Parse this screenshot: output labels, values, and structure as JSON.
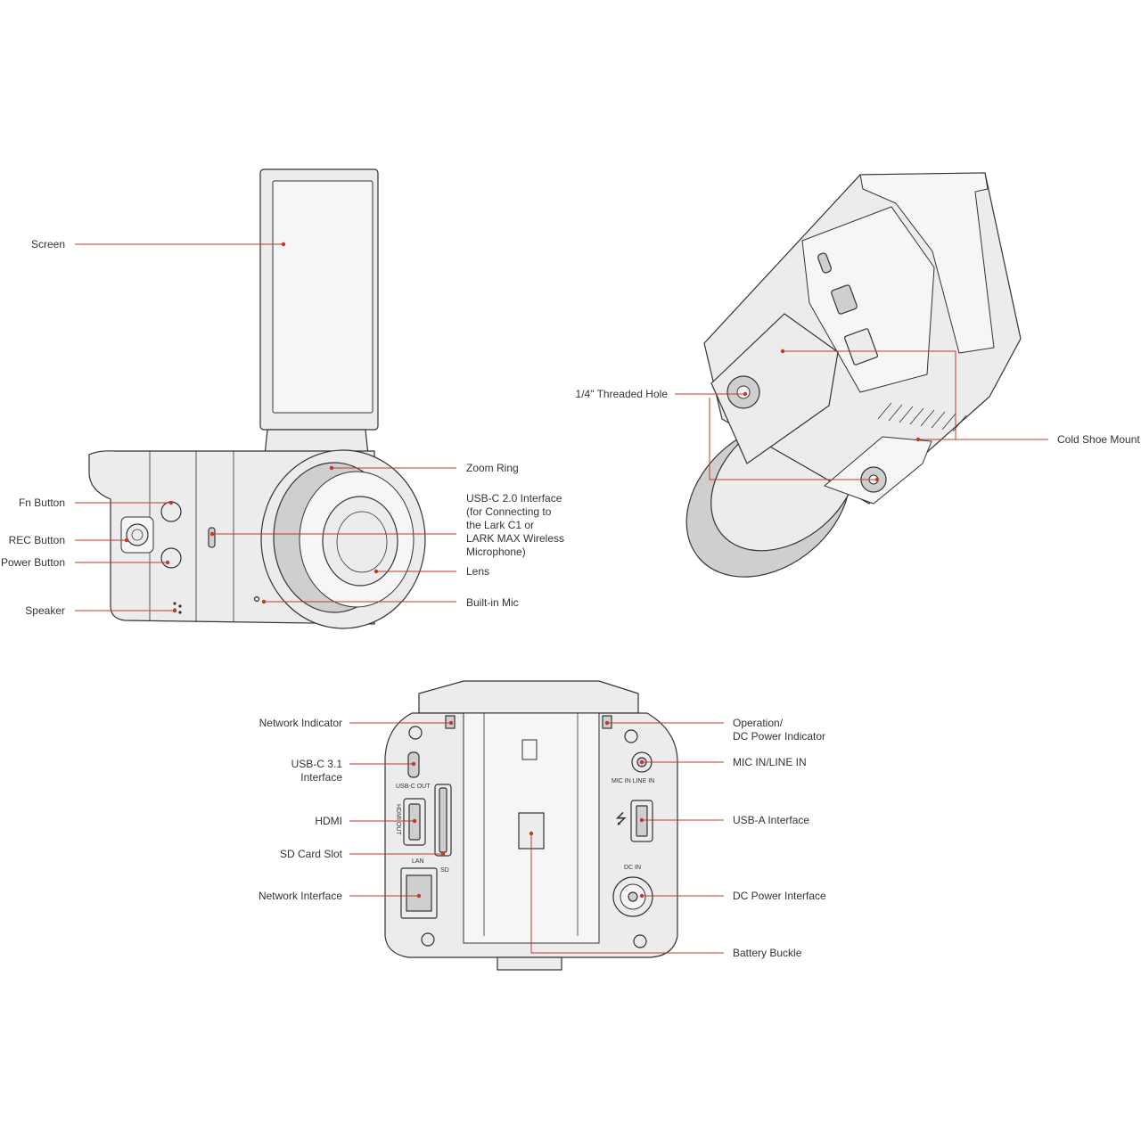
{
  "callouts": {
    "screen": "Screen",
    "fn_button": "Fn Button",
    "rec_button": "REC Button",
    "power_button": "Power Button",
    "speaker": "Speaker",
    "zoom_ring": "Zoom Ring",
    "usb_c_20": "USB-C 2.0 Interface\n(for Connecting to\nthe Lark C1 or\nLARK MAX Wireless\nMicrophone)",
    "lens": "Lens",
    "builtin_mic": "Built-in Mic",
    "threaded_hole": "1/4\" Threaded Hole",
    "cold_shoe": "Cold Shoe Mount",
    "network_indicator": "Network Indicator",
    "usb_c_31": "USB-C 3.1\nInterface",
    "hdmi": "HDMI",
    "sd_slot": "SD Card Slot",
    "network_interface": "Network Interface",
    "operation_indicator": "Operation/\nDC Power Indicator",
    "mic_in": "MIC IN/LINE IN",
    "usb_a": "USB-A Interface",
    "dc_power": "DC Power Interface",
    "battery_buckle": "Battery Buckle"
  },
  "port_markings": {
    "usb_c_out": "USB-C OUT",
    "hdmi_out": "HDMI OUT",
    "lan": "LAN",
    "sd": "SD",
    "mic_line_in": "MIC IN LINE IN",
    "dc_in": "DC IN"
  },
  "colors": {
    "leader": "#c0392b",
    "outline": "#333333",
    "body_fill": "#ececec",
    "dark_fill": "#cfcfcf"
  }
}
